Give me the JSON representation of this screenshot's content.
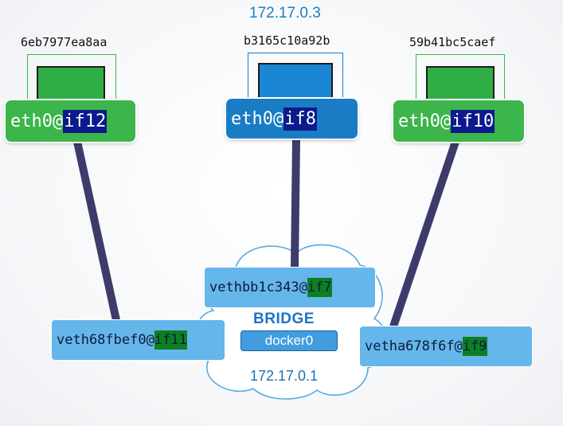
{
  "containers": [
    {
      "id": "6eb7977ea8aa",
      "iface_prefix": "eth0@",
      "iface_suffix": "if12",
      "color": "#3cb54a"
    },
    {
      "id": "b3165c10a92b",
      "iface_prefix": "eth0@",
      "iface_suffix": "if8",
      "color": "#1a7cc4",
      "ip": "172.17.0.3"
    },
    {
      "id": "59b41bc5caef",
      "iface_prefix": "eth0@",
      "iface_suffix": "if10",
      "color": "#3cb54a"
    }
  ],
  "veths": [
    {
      "prefix": "veth68fbef0@",
      "suffix": "if11"
    },
    {
      "prefix": "vethbb1c343@",
      "suffix": "if7"
    },
    {
      "prefix": "vetha678f6f@",
      "suffix": "if9"
    }
  ],
  "bridge": {
    "label": "BRIDGE",
    "name": "docker0",
    "ip": "172.17.0.1"
  },
  "colors": {
    "container_green": "#3cb54a",
    "container_blue": "#1a7cc4",
    "veth": "#65b6ea",
    "highlight_navy": "#0b1a8c",
    "highlight_green": "#0d7f23",
    "link": "#3d3b6b",
    "cloud_outline": "#5aa9e0"
  }
}
